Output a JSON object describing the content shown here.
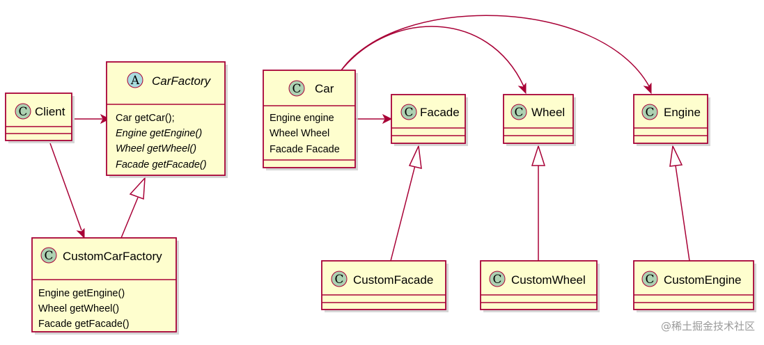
{
  "diagram": {
    "classes": [
      {
        "id": "client",
        "kind": "class",
        "stereotype_letter": "C",
        "name": "Client",
        "members": []
      },
      {
        "id": "carfactory",
        "kind": "abstract",
        "stereotype_letter": "A",
        "name": "CarFactory",
        "members": [
          {
            "text": "Car getCar();",
            "abstract": false
          },
          {
            "text": "Engine getEngine()",
            "abstract": true
          },
          {
            "text": "Wheel getWheel()",
            "abstract": true
          },
          {
            "text": "Facade getFacade()",
            "abstract": true
          }
        ]
      },
      {
        "id": "customcarfactory",
        "kind": "class",
        "stereotype_letter": "C",
        "name": "CustomCarFactory",
        "members": [
          {
            "text": "Engine getEngine()",
            "abstract": false
          },
          {
            "text": "Wheel getWheel()",
            "abstract": false
          },
          {
            "text": "Facade getFacade()",
            "abstract": false
          }
        ]
      },
      {
        "id": "car",
        "kind": "class",
        "stereotype_letter": "C",
        "name": "Car",
        "members": [
          {
            "text": "Engine engine",
            "abstract": false
          },
          {
            "text": "Wheel Wheel",
            "abstract": false
          },
          {
            "text": "Facade Facade",
            "abstract": false
          }
        ]
      },
      {
        "id": "facade",
        "kind": "class",
        "stereotype_letter": "C",
        "name": "Facade",
        "members": []
      },
      {
        "id": "wheel",
        "kind": "class",
        "stereotype_letter": "C",
        "name": "Wheel",
        "members": []
      },
      {
        "id": "engine",
        "kind": "class",
        "stereotype_letter": "C",
        "name": "Engine",
        "members": []
      },
      {
        "id": "customfacade",
        "kind": "class",
        "stereotype_letter": "C",
        "name": "CustomFacade",
        "members": []
      },
      {
        "id": "customwheel",
        "kind": "class",
        "stereotype_letter": "C",
        "name": "CustomWheel",
        "members": []
      },
      {
        "id": "customengine",
        "kind": "class",
        "stereotype_letter": "C",
        "name": "CustomEngine",
        "members": []
      }
    ],
    "relations": [
      {
        "from": "client",
        "to": "carfactory",
        "type": "association"
      },
      {
        "from": "client",
        "to": "customcarfactory",
        "type": "association"
      },
      {
        "from": "customcarfactory",
        "to": "carfactory",
        "type": "inheritance"
      },
      {
        "from": "car",
        "to": "facade",
        "type": "association"
      },
      {
        "from": "car",
        "to": "wheel",
        "type": "association"
      },
      {
        "from": "car",
        "to": "engine",
        "type": "association"
      },
      {
        "from": "customfacade",
        "to": "facade",
        "type": "inheritance"
      },
      {
        "from": "customwheel",
        "to": "wheel",
        "type": "inheritance"
      },
      {
        "from": "customengine",
        "to": "engine",
        "type": "inheritance"
      }
    ],
    "colors": {
      "box_fill": "#FEFECE",
      "border": "#A80036",
      "class_badge": "#ADD1B2",
      "abstract_badge": "#A9DCDF"
    }
  },
  "watermark": "@稀土掘金技术社区"
}
